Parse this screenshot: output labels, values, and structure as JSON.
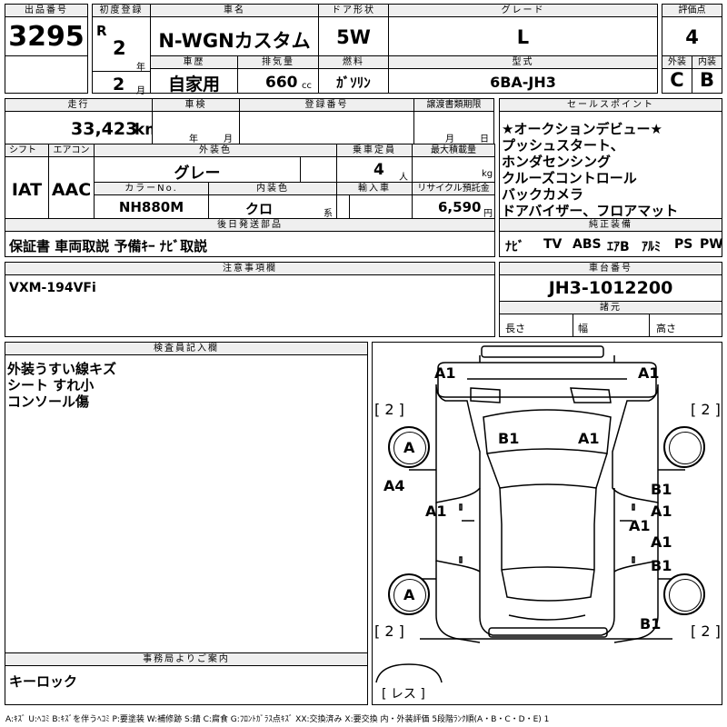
{
  "header": {
    "lot_no_label": "出品番号",
    "lot_no": "3295",
    "first_reg_label": "初度登録",
    "era": "R",
    "reg_year": "2",
    "year_unit": "年",
    "reg_month": "2",
    "month_unit": "月",
    "car_name_label": "車名",
    "car_name": "N-WGNカスタム",
    "history_label": "車歴",
    "history": "自家用",
    "displacement_label": "排気量",
    "displacement": "660",
    "displacement_unit": "cc",
    "door_label": "ドア形状",
    "door": "5W",
    "fuel_label": "燃料",
    "fuel": "ｶﾞｿﾘﾝ",
    "grade_label": "グレード",
    "grade": "L",
    "model_label": "型式",
    "model": "6BA-JH3",
    "score_label": "評価点",
    "score": "4",
    "exterior_label": "外装",
    "exterior": "C",
    "interior_label": "内装",
    "interior": "B"
  },
  "row2": {
    "mileage_label": "走行",
    "mileage": "33,423",
    "mileage_unit": "km",
    "inspection_label": "車検",
    "year_unit": "年",
    "month_unit": "月",
    "reg_no_label": "登録番号",
    "transfer_label": "譲渡書類期限",
    "month_unit2": "月",
    "day_unit": "日"
  },
  "row3": {
    "shift_label": "シフト",
    "shift": "IAT",
    "ac_label": "エアコン",
    "ac": "AAC",
    "color_label": "外装色",
    "color": "グレー",
    "capacity_label": "乗車定員",
    "capacity": "4",
    "capacity_unit": "人",
    "load_label": "最大積載量",
    "load_unit": "kg",
    "color_no_label": "カラーNo.",
    "color_no": "NH880M",
    "int_color_label": "内装色",
    "int_color": "クロ",
    "int_color_unit": "系",
    "import_label": "輸入車",
    "recycle_label": "リサイクル預託金",
    "recycle": "6,590",
    "recycle_unit": "円"
  },
  "parts": {
    "label": "後日発送部品",
    "text": "保証書 車両取説 予備ｷｰ ﾅﾋﾞ取説"
  },
  "selling": {
    "label": "セールスポイント",
    "items": [
      "★オークションデビュー★",
      "プッシュスタート、",
      "ホンダセンシング",
      "クルーズコントロール",
      "バックカメラ",
      "ドアバイザー、フロアマット"
    ]
  },
  "equipment": {
    "label": "純正装備",
    "items": [
      "ﾅﾋﾞ",
      "TV",
      "ABS",
      "ｴｱB",
      "ｱﾙﾐ",
      "PS",
      "PW"
    ]
  },
  "notes": {
    "label": "注意事項欄",
    "text": "VXM-194VFi"
  },
  "chassis": {
    "label": "車台番号",
    "value": "JH3-1012200"
  },
  "specs": {
    "label": "諸元",
    "length": "長さ",
    "width": "幅",
    "height": "高さ"
  },
  "inspector": {
    "label": "検査員記入欄",
    "lines": [
      "外装うすい線キズ",
      "シート すれ小",
      "コンソール傷"
    ]
  },
  "office": {
    "label": "事務局よりご案内",
    "text": "キーロック"
  },
  "diagram": {
    "marks": {
      "front_left": "A1",
      "front_right": "A1",
      "tire_fl": "[ 2 ]",
      "tire_fr": "[ 2 ]",
      "tire_rl": "[ 2 ]",
      "tire_rr": "[ 2 ]",
      "fender_fl": "A",
      "fender_rl": "A",
      "hood_b1": "B1",
      "hood_a1": "A1",
      "left_side": "A4",
      "left_door": "A1",
      "right_b1a": "B1",
      "right_a1a": "A1",
      "right_a1b": "A1",
      "right_a1c": "A1",
      "right_b1b": "B1",
      "rear_b1": "B1",
      "spare": "[ レス ]"
    }
  },
  "legend": "A:ｷｽﾞ U:ﾍｺﾐ B:ｷｽﾞを伴うﾍｺﾐ P:要塗装 W:補修跡 S:錆 C:腐食 G:ﾌﾛﾝﾄｶﾞﾗｽ点ｷｽﾞ XX:交換済み X:要交換 内・外装評価 5段階ﾗﾝｸ順(A・B・C・D・E) 1"
}
